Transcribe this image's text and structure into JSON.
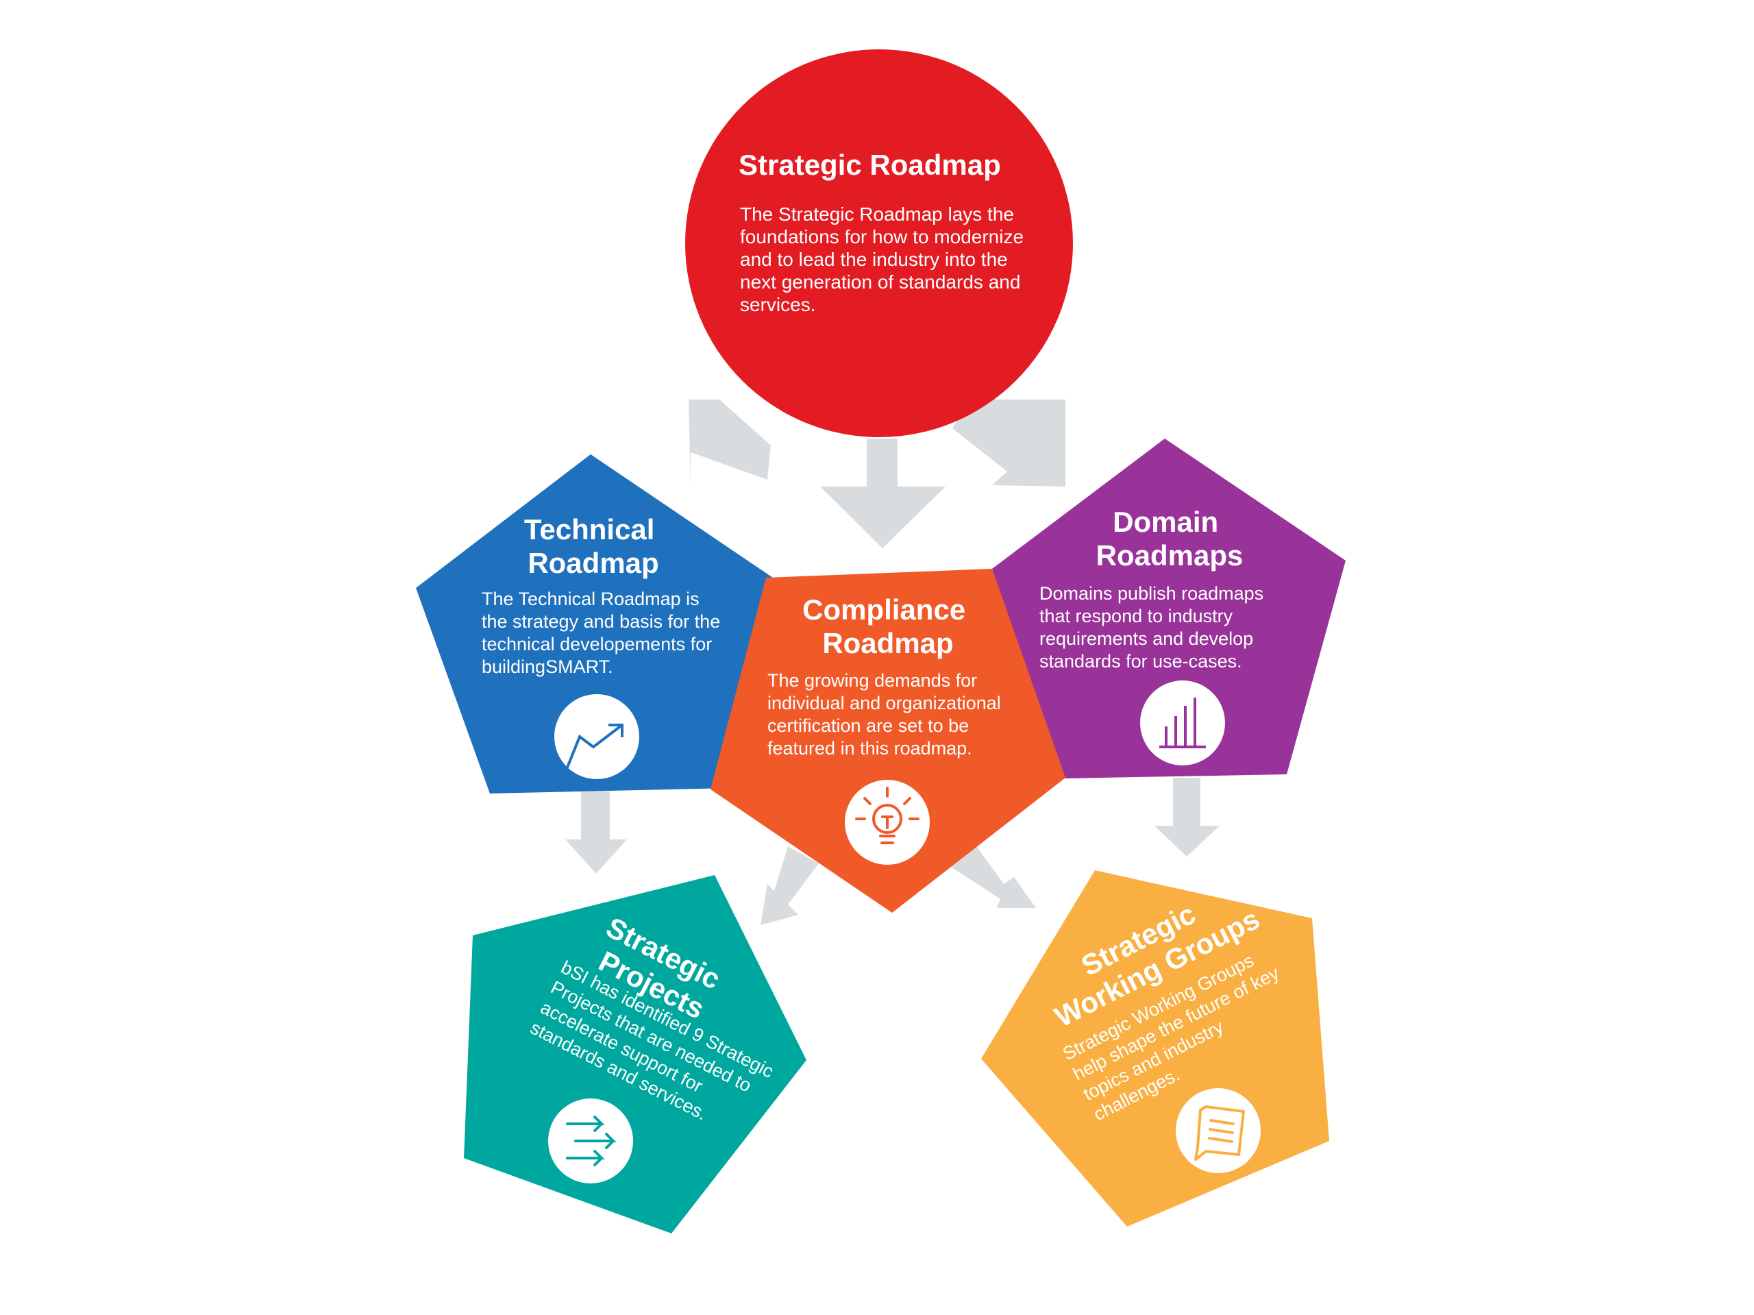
{
  "colors": {
    "background": "#ffffff",
    "arrow": "#d9dcdf",
    "strategic": "#e31b23",
    "technical": "#1f70bd",
    "compliance": "#f05a28",
    "domain": "#993399",
    "projects": "#00a79e",
    "groups": "#f9af42",
    "text": "#ffffff"
  },
  "strategic": {
    "title": "Strategic Roadmap",
    "lines": [
      "The Strategic Roadmap  lays the",
      "foundations for how to modernize",
      "and to lead the industry into the",
      "next generation of standards and",
      "services."
    ]
  },
  "technical": {
    "title_lines": [
      "Technical",
      "Roadmap"
    ],
    "lines": [
      "The Technical Roadmap is",
      "the strategy and basis for the",
      "technical developements for",
      "buildingSMART."
    ],
    "icon": "trend-line-icon"
  },
  "compliance": {
    "title_lines": [
      "Compliance",
      "Roadmap"
    ],
    "lines": [
      "The growing demands for",
      "individual and organizational",
      "certification are set to be",
      "featured in this roadmap."
    ],
    "icon": "lightbulb-icon"
  },
  "domain": {
    "title_lines": [
      "Domain",
      "Roadmaps"
    ],
    "lines": [
      "Domains publish roadmaps",
      "that respond to industry",
      "requirements and develop",
      "standards for use-cases."
    ],
    "icon": "bar-chart-icon"
  },
  "projects": {
    "title_lines": [
      "Strategic",
      "Projects"
    ],
    "lines": [
      "bSI has identified 9 Strategic",
      "Projects that are needed to",
      "accelerate support for",
      "standards and services."
    ],
    "icon": "arrows-icon"
  },
  "groups": {
    "title_lines": [
      "Strategic",
      "Working Groups"
    ],
    "lines": [
      "Strategic Working Groups",
      "help shape the future of key",
      "topics and industry",
      "challenges."
    ],
    "icon": "document-chat-icon"
  }
}
